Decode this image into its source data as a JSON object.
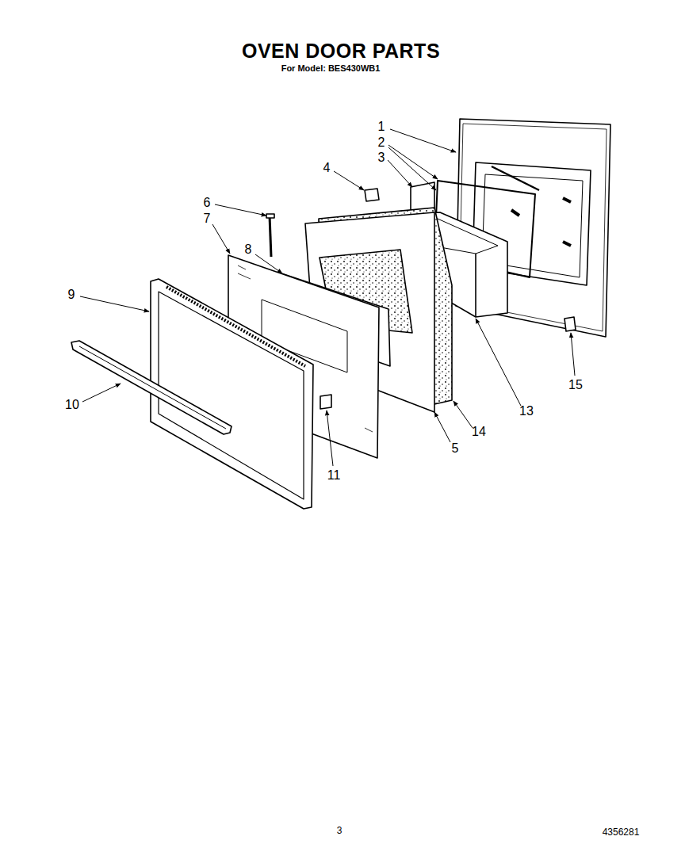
{
  "diagram": {
    "title": "OVEN DOOR PARTS",
    "labels": [
      "For Model: BES430WB1",
      "1",
      "2",
      "3",
      "4",
      "6",
      "7",
      "8",
      "9",
      "10",
      "11",
      "5",
      "14",
      "13",
      "15",
      "3",
      "4356281"
    ]
  }
}
